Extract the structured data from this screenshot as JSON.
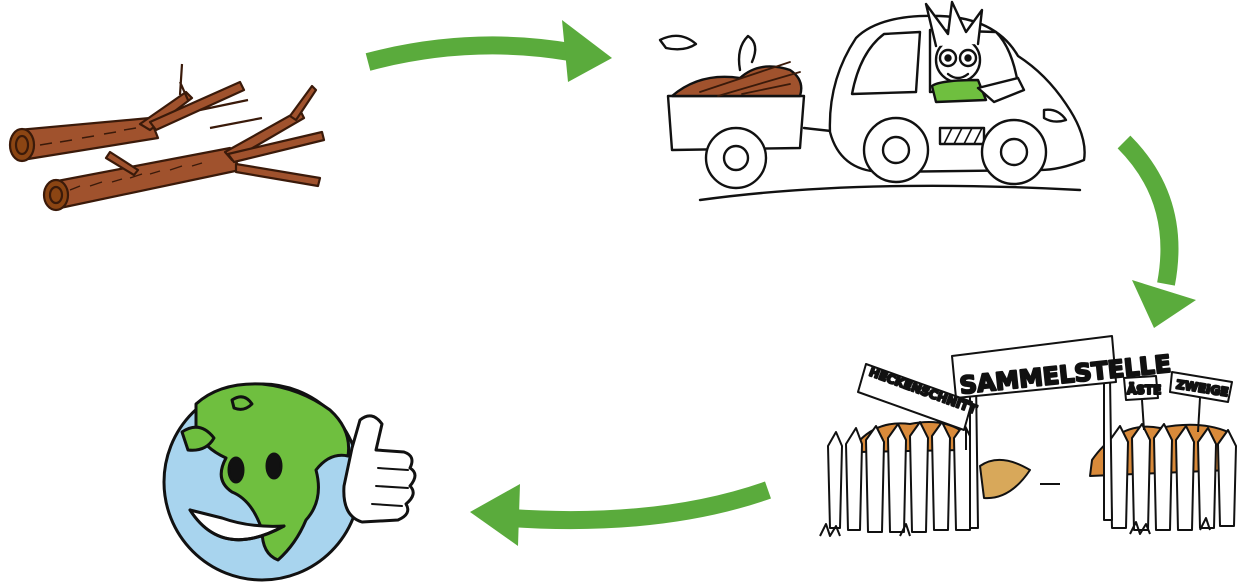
{
  "colors": {
    "arrow": "#5aab3c",
    "wood": "#a0522d",
    "wood_dark": "#6b2e12",
    "ink": "#111111",
    "globe_water": "#a8d4ee",
    "globe_land": "#6fbf3f",
    "shirt": "#6fbf3f"
  },
  "icons": [
    "branches-icon",
    "car-with-trailer-icon",
    "collection-point-icon",
    "happy-earth-icon",
    "arrow-icon"
  ],
  "collection_point": {
    "main_sign": "SAMMELSTELLE",
    "sign_left": "HECKENSCHNITT",
    "sign_mid": "ÄSTE",
    "sign_right": "ZWEIGE"
  }
}
